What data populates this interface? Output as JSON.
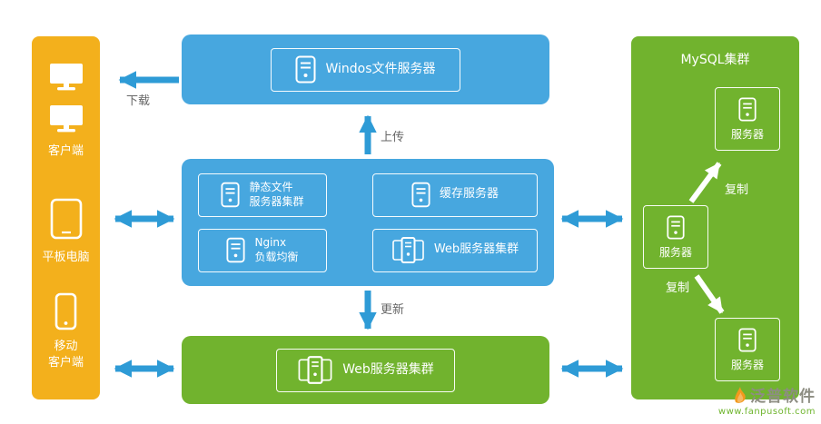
{
  "colors": {
    "blue": "#47A7DF",
    "orange": "#F3B01C",
    "green": "#71B32E",
    "arrow": "#2E9BD6"
  },
  "left_panel": {
    "clients": [
      {
        "label": "客户端"
      },
      {
        "label": "平板电脑"
      },
      {
        "label": "移动\n客户端"
      }
    ]
  },
  "file_server_box": {
    "label": "Windos文件服务器"
  },
  "app_cluster_box": {
    "items": [
      {
        "label": "静态文件\n服务器集群"
      },
      {
        "label": "缓存服务器"
      },
      {
        "label": "Nginx\n负载均衡"
      },
      {
        "label": "Web服务器集群"
      }
    ]
  },
  "web_cluster_box": {
    "label": "Web服务器集群"
  },
  "mysql_panel": {
    "title": "MySQL集群",
    "servers": [
      {
        "label": "服务器"
      },
      {
        "label": "服务器"
      },
      {
        "label": "服务器"
      }
    ],
    "replicate_top_label": "复制",
    "replicate_bottom_label": "复制"
  },
  "arrow_labels": {
    "download": "下载",
    "upload": "上传",
    "update": "更新"
  },
  "watermark": {
    "brand": "泛普软件",
    "url": "www.fanpusoft.com"
  }
}
